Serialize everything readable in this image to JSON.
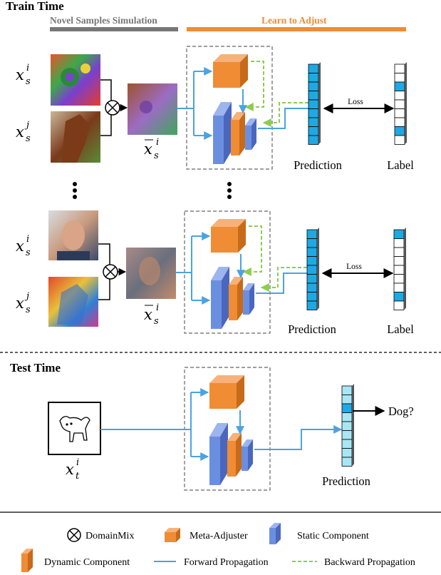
{
  "sections": {
    "train_title": "Train Time",
    "test_title": "Test Time",
    "novel_samples_header": "Novel Samples Simulation",
    "learn_to_adjust_header": "Learn to Adjust"
  },
  "labels": {
    "prediction": "Prediction",
    "label": "Label",
    "loss": "Loss",
    "dog_query": "Dog?"
  },
  "variables": {
    "x": "x",
    "sub_s": "s",
    "sub_t": "t",
    "sup_i": "i",
    "sup_j": "j"
  },
  "legend": {
    "domainmix": "DomainMix",
    "meta_adjuster": "Meta-Adjuster",
    "static_component": "Static Component",
    "dynamic_component": "Dynamic Component",
    "forward_propagation": "Forward Propagation",
    "backward_propagation": "Backward Propagation"
  },
  "colors": {
    "orange": "#f08c34",
    "orange_dark": "#c76a1a",
    "orange_light": "#f6b27a",
    "blue": "#6b8fe0",
    "blue_dark": "#4a67bd",
    "blue_light": "#9cb5ee",
    "cyan": "#1ea9e5",
    "forward": "#4aa3e3",
    "backward": "#8ccd4f",
    "gray_bar": "#777777",
    "orange_bar": "#f08c34"
  }
}
